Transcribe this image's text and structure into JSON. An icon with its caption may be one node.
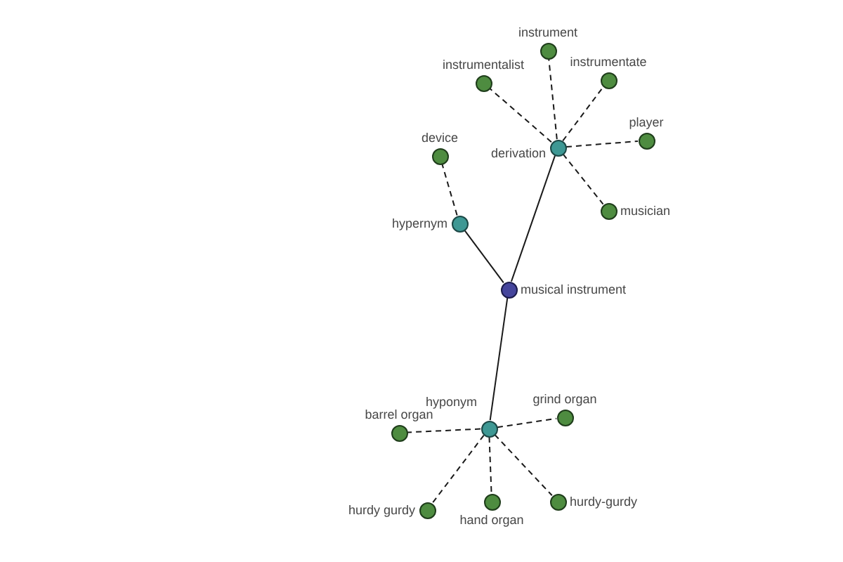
{
  "diagram": {
    "nodes": [
      {
        "text": [
          "instrument"
        ]
      },
      {
        "text": [
          "instrumentalist"
        ]
      },
      {
        "text": [
          "instrumentate"
        ]
      },
      {
        "text": [
          "derivation"
        ]
      },
      {
        "text": [
          "player"
        ]
      },
      {
        "text": [
          "device"
        ]
      },
      {
        "text": [
          "musician"
        ]
      },
      {
        "text": [
          "hypernym"
        ]
      },
      {
        "text": [
          "musical instrument"
        ]
      },
      {
        "text": [
          "barrel organ"
        ]
      },
      {
        "text": [
          "hyponym"
        ]
      },
      {
        "text": [
          "grind organ"
        ]
      },
      {
        "text": [
          "hurdy gurdy"
        ]
      },
      {
        "text": [
          "hand organ"
        ]
      },
      {
        "text": [
          "hurdy-gurdy"
        ]
      }
    ],
    "edges": [
      {
        "from": 8,
        "to": 7,
        "arrow": "none"
      },
      {
        "from": 8,
        "to": 3,
        "arrow": "none"
      },
      {
        "from": 8,
        "to": 10,
        "arrow": "none"
      },
      {
        "from": 7,
        "to": 5,
        "arrow": "none",
        "style": "dashed"
      },
      {
        "from": 3,
        "to": 0,
        "arrow": "none",
        "style": "dashed"
      },
      {
        "from": 3,
        "to": 1,
        "arrow": "none",
        "style": "dashed"
      },
      {
        "from": 3,
        "to": 2,
        "arrow": "none",
        "style": "dashed"
      },
      {
        "from": 3,
        "to": 4,
        "arrow": "none",
        "style": "dashed"
      },
      {
        "from": 3,
        "to": 6,
        "arrow": "none",
        "style": "dashed"
      },
      {
        "from": 10,
        "to": 9,
        "arrow": "none",
        "style": "dashed"
      },
      {
        "from": 10,
        "to": 11,
        "arrow": "none",
        "style": "dashed"
      },
      {
        "from": 10,
        "to": 12,
        "arrow": "none",
        "style": "dashed"
      },
      {
        "from": 10,
        "to": 13,
        "arrow": "none",
        "style": "dashed"
      },
      {
        "from": 10,
        "to": 14,
        "arrow": "none",
        "style": "dashed"
      }
    ]
  }
}
